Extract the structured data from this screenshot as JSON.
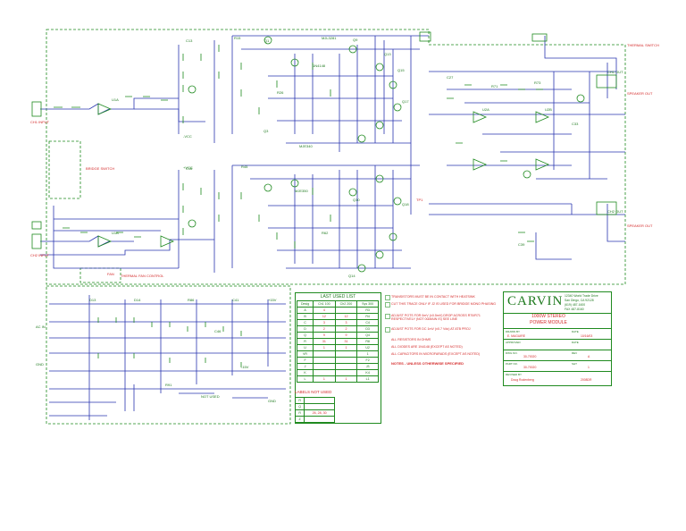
{
  "title_block": {
    "brand": "CARVIN",
    "address": [
      "12340 World Trade Drive",
      "San Diego, CA 92128",
      "(619) 487-1600",
      "FAX 487-8160"
    ],
    "product_line1": "1000W STEREO",
    "product_line2": "POWER MODULE",
    "rows": [
      {
        "label": "DRAWN BY",
        "value": "E. MAGUIRE",
        "label2": "DATE",
        "value2": "10/16/03"
      },
      {
        "label": "APPROVED",
        "value": "",
        "label2": "DATE",
        "value2": ""
      },
      {
        "label": "DWG NO.",
        "value": "30-70020",
        "label2": "REV",
        "value2": "A"
      },
      {
        "label": "PART NO.",
        "value": "30-70020",
        "label2": "SHT",
        "value2": "1"
      },
      {
        "label": "REVISED BY",
        "value": "Doug Rodenberg",
        "label2": "",
        "value2": "2008DR"
      }
    ]
  },
  "last_used": {
    "title": "LAST USED LIST",
    "headers": [
      "Desig",
      "Ch1 100",
      "Ch2 200",
      "Sys 300"
    ],
    "rows": [
      [
        "A",
        "4",
        "",
        "R3"
      ],
      [
        "B",
        "12",
        "12",
        "R4"
      ],
      [
        "C",
        "3",
        "3",
        "C4"
      ],
      [
        "D",
        "2",
        "2",
        "D3"
      ],
      [
        "Q",
        "9",
        "9",
        "Q4"
      ],
      [
        "R",
        "31",
        "31",
        "R8"
      ],
      [
        "U",
        "1",
        "1",
        "U2"
      ],
      [
        "VR",
        "",
        "",
        "1"
      ],
      [
        "F",
        "",
        "",
        "F2"
      ],
      [
        "J",
        "",
        "",
        "J3"
      ],
      [
        "K",
        "",
        "",
        "K4"
      ],
      [
        "L",
        "1",
        "1",
        "L1"
      ]
    ]
  },
  "labels_not_used": {
    "title": "LABELS NOT USED",
    "rows": [
      [
        "R",
        ""
      ],
      [
        "Q",
        ""
      ],
      [
        "R",
        "26, 28, 30"
      ],
      [
        "Z",
        ""
      ]
    ]
  },
  "notes": {
    "items": [
      "TRANSISTORS MUST BE IN CONTACT WITH HEATSINK",
      "CUT THIS TRACE ONLY IF J2 IS USED FOR BRIDGE MONO PHASING",
      "ADJUST POTS FOR 0mV (±0.5mV) DROP ACROSS R70/R71 RESPECTIVELY (NOT 0ΩMAIN IS) SEE LINE",
      "ADJUST POTS FOR DC 1mV (±0.7 Vdc) AT ATB PROJ",
      "ALL RESISTORS IN OHMS",
      "ALL DIODES ARE 1N4148 (EXCEPT AS NOTED)",
      "ALL CAPACITORS IN MICROFARADS (EXCEPT AS NOTED)"
    ],
    "footer": "NOTES - UNLESS OTHERWISE SPECIFIED"
  },
  "io_labels": {
    "ch1_input": "CH1 INPUT",
    "ch2_input": "CH2 INPUT",
    "ch1_out": "CH1 OUT",
    "ch2_out": "CH2 OUT",
    "thermal_switch": "THERMAL SWITCH",
    "speaker_out_1": "SPEAKER OUT",
    "speaker_out_2": "SPEAKER OUT",
    "bridge_switch": "BRIDGE SWITCH",
    "thermal_fan_control": "THERMAL FAN CONTROL",
    "ac_in": "AC IN",
    "gnd": "GND",
    "plus_v": "+VCC",
    "minus_v": "-VCC"
  },
  "colors": {
    "wire": "#2a36b0",
    "component": "#1f8a1f",
    "annotation": "#d42a2a",
    "note_box": "#7fbf7f"
  }
}
